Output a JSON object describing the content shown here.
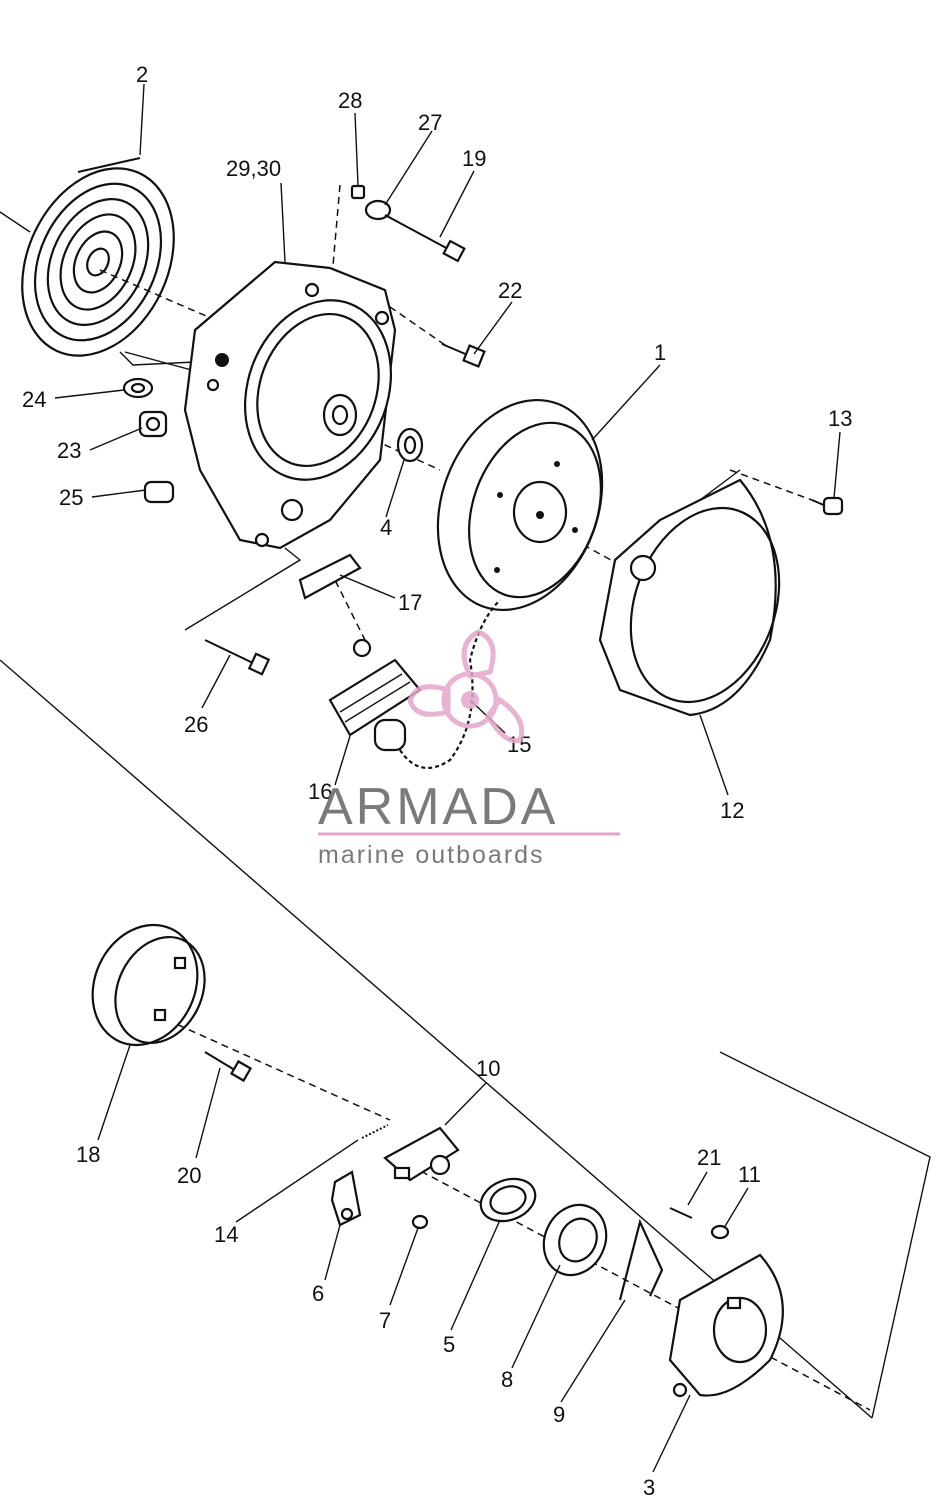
{
  "diagram": {
    "part_numbers": {
      "p1": "1",
      "p2": "2",
      "p3": "3",
      "p4": "4",
      "p5": "5",
      "p6": "6",
      "p7": "7",
      "p8": "8",
      "p9": "9",
      "p10": "10",
      "p11": "11",
      "p12": "12",
      "p13": "13",
      "p14": "14",
      "p15": "15",
      "p16": "16",
      "p17": "17",
      "p18": "18",
      "p19": "19",
      "p20": "20",
      "p21": "21",
      "p22": "22",
      "p23": "23",
      "p24": "24",
      "p25": "25",
      "p26": "26",
      "p27": "27",
      "p28": "28",
      "p29_30": "29,30"
    }
  },
  "watermark": {
    "brand": "ARMADA",
    "tagline": "marine outboards",
    "accent_color": "#e3a6c9",
    "text_color": "#7a7a7a"
  }
}
